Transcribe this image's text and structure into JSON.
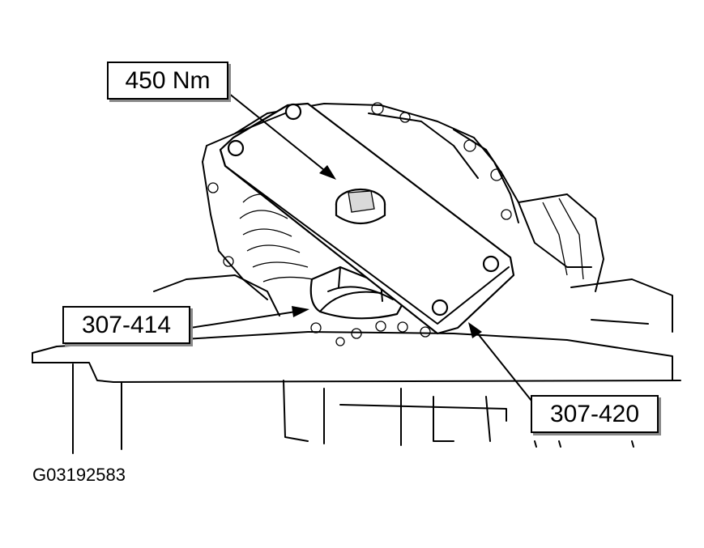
{
  "labels": {
    "torque": "450 Nm",
    "tool_414": "307-414",
    "tool_420": "307-420"
  },
  "figure_id": "G03192583",
  "colors": {
    "ink": "#000000",
    "background": "#ffffff",
    "shadow": "#8a8a8a"
  }
}
